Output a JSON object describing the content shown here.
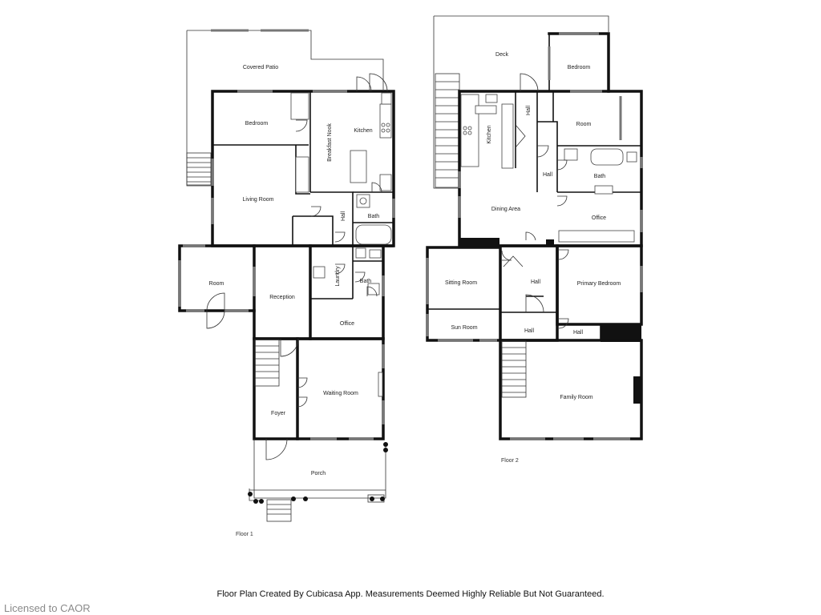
{
  "floors": [
    {
      "label": "Floor 1",
      "rooms": [
        "Covered Patio",
        "Bedroom",
        "Breakfast Nook",
        "Kitchen",
        "Living Room",
        "Hall",
        "Bath",
        "Room",
        "Reception",
        "Laundry",
        "Bath",
        "Office",
        "Foyer",
        "Waiting Room",
        "Porch"
      ]
    },
    {
      "label": "Floor 2",
      "rooms": [
        "Deck",
        "Bedroom",
        "Kitchen",
        "Hall",
        "Room",
        "Hall",
        "Bath",
        "Dining Area",
        "Office",
        "Sitting Room",
        "Hall",
        "Primary Bedroom",
        "Sun Room",
        "Hall",
        "Hall",
        "Family Room"
      ]
    }
  ],
  "footer": {
    "disclaimer": "Floor Plan Created By Cubicasa App. Measurements Deemed Highly Reliable But Not Guaranteed.",
    "watermark": "Licensed to CAOR"
  }
}
